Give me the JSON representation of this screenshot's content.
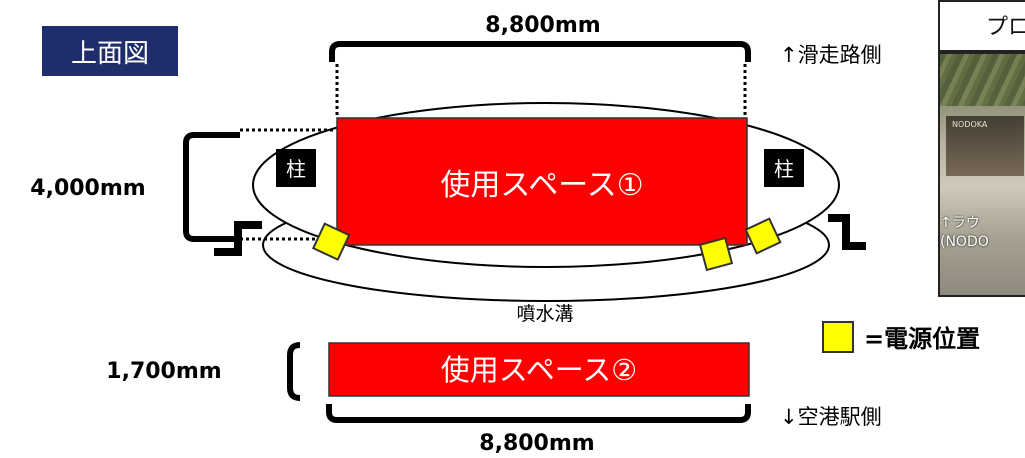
{
  "view_title": "上面図",
  "dimensions": {
    "top_width": "8,800mm",
    "left_height": "4,000mm",
    "lower_height": "1,700mm",
    "bottom_width": "8,800mm"
  },
  "directions": {
    "top": "↑滑走路側",
    "bottom": "↓空港駅側"
  },
  "spaces": {
    "space1": "使用スペース①",
    "space2": "使用スペース②"
  },
  "pillars": {
    "left": "柱",
    "right": "柱"
  },
  "fountain_label": "噴水溝",
  "legend": {
    "label": "=電源位置",
    "color": "#ffff00"
  },
  "photo": {
    "header": "プロ",
    "shop_sign": "NODOKA",
    "caption_line1": "↑ラウ",
    "caption_line2": "(NODO"
  },
  "colors": {
    "space_fill": "#ff0000",
    "badge_fill": "#1f2d6a",
    "outlet_fill": "#ffff00"
  }
}
